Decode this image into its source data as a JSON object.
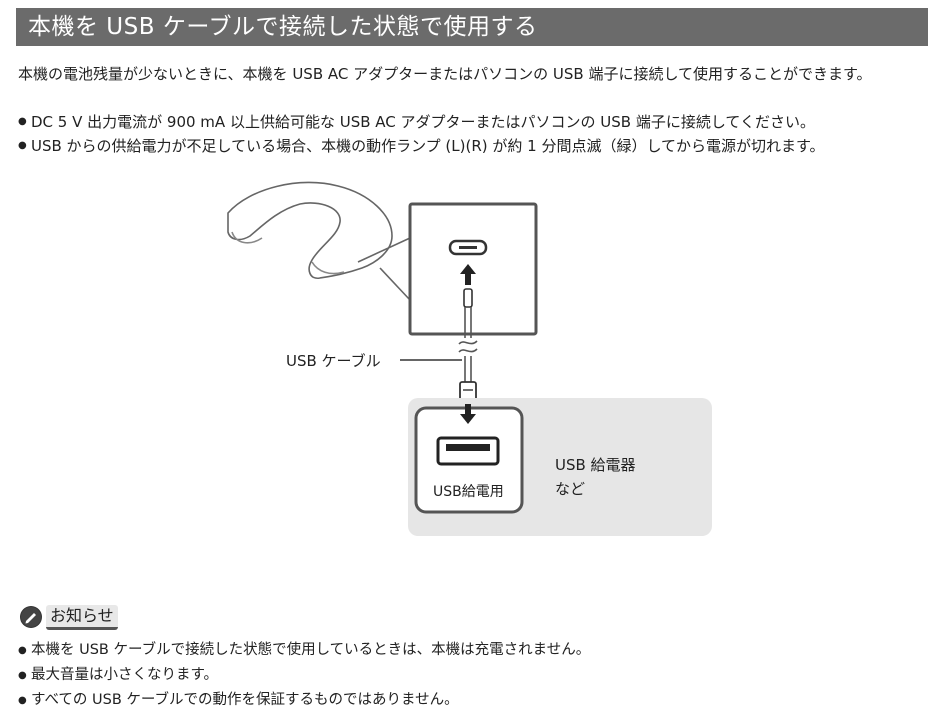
{
  "header": {
    "title": "本機を USB ケーブルで接続した状態で使用する"
  },
  "intro": "本機の電池残量が少ないときに、本機を USB AC アダプターまたはパソコンの USB 端子に接続して使用することができます。",
  "bullets": [
    "DC 5 V 出力電流が 900 mA 以上供給可能な USB AC アダプターまたはパソコンの USB 端子に接続してください。",
    "USB からの供給電力が不足している場合、本機の動作ランプ (L)(R) が約 1 分間点滅（緑）してから電源が切れます。"
  ],
  "diagram": {
    "cable_label": "USB ケーブル",
    "port_label": "USB給電用",
    "charger_label_line1": "USB 給電器",
    "charger_label_line2": "など"
  },
  "notice": {
    "title": "お知らせ",
    "icon": "pencil-note-icon",
    "items": [
      "本機を USB ケーブルで接続した状態で使用しているときは、本機は充電されません。",
      "最大音量は小さくなります。",
      "すべての USB ケーブルでの動作を保証するものではありません。"
    ]
  },
  "colors": {
    "header_bg": "#6b6b6b",
    "panel_bg": "#e6e6e6",
    "stroke": "#555555"
  }
}
